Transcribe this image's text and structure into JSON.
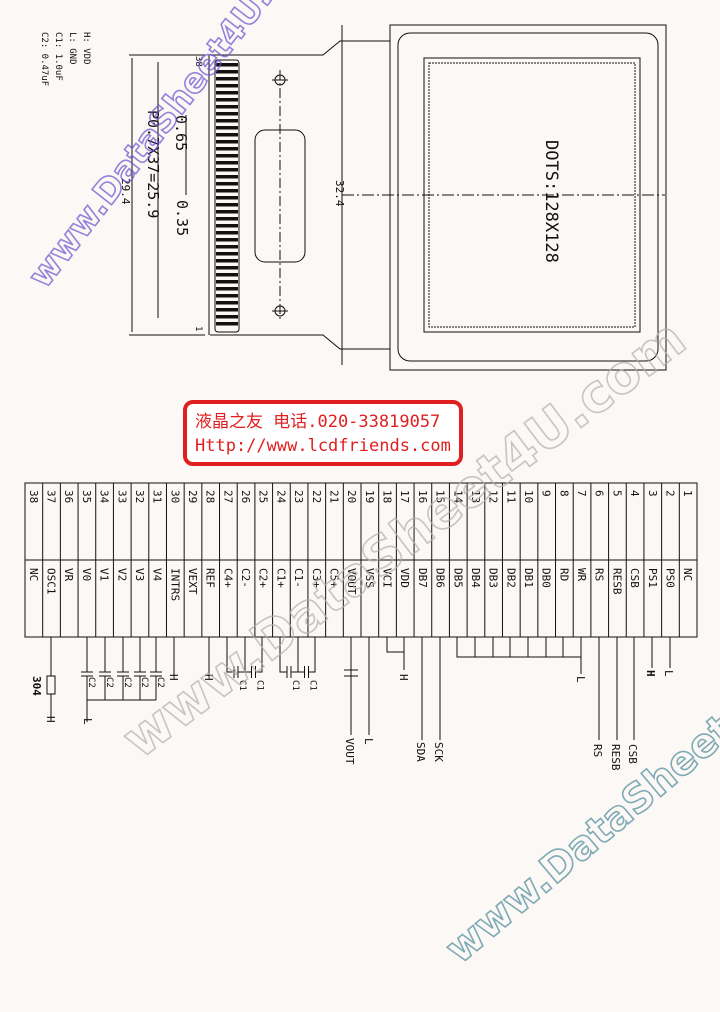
{
  "legend": {
    "h": "H: VDD",
    "l": "L: GND",
    "c1": "C1: 1.0uF",
    "c2": "C2: 0.47uF"
  },
  "dimensions": {
    "height": "32.4",
    "pitch_total": "P0.7X37=25.9",
    "overall": "29.4",
    "pad_width": "0.35",
    "pad_gap": "0.65",
    "pin_first": "1",
    "pin_last": "38"
  },
  "display": {
    "dots": "DOTS:128X128"
  },
  "contact": {
    "line1": "液晶之友 电话.020-33819057",
    "line2": "Http://www.lcdfriends.com",
    "color": "#e02020"
  },
  "pins": [
    {
      "no": "1",
      "name": "NC"
    },
    {
      "no": "2",
      "name": "PS0"
    },
    {
      "no": "3",
      "name": "PS1"
    },
    {
      "no": "4",
      "name": "CSB"
    },
    {
      "no": "5",
      "name": "RESB"
    },
    {
      "no": "6",
      "name": "RS"
    },
    {
      "no": "7",
      "name": "WR"
    },
    {
      "no": "8",
      "name": "RD"
    },
    {
      "no": "9",
      "name": "DB0"
    },
    {
      "no": "10",
      "name": "DB1"
    },
    {
      "no": "11",
      "name": "DB2"
    },
    {
      "no": "12",
      "name": "DB3"
    },
    {
      "no": "13",
      "name": "DB4"
    },
    {
      "no": "14",
      "name": "DB5"
    },
    {
      "no": "15",
      "name": "DB6"
    },
    {
      "no": "16",
      "name": "DB7"
    },
    {
      "no": "17",
      "name": "VDD"
    },
    {
      "no": "18",
      "name": "VCI"
    },
    {
      "no": "19",
      "name": "VSS"
    },
    {
      "no": "20",
      "name": "VOUT"
    },
    {
      "no": "21",
      "name": "C5+"
    },
    {
      "no": "22",
      "name": "C3+"
    },
    {
      "no": "23",
      "name": "C1-"
    },
    {
      "no": "24",
      "name": "C1+"
    },
    {
      "no": "25",
      "name": "C2+"
    },
    {
      "no": "26",
      "name": "C2-"
    },
    {
      "no": "27",
      "name": "C4+"
    },
    {
      "no": "28",
      "name": "REF"
    },
    {
      "no": "29",
      "name": "VEXT"
    },
    {
      "no": "30",
      "name": "INTRS"
    },
    {
      "no": "31",
      "name": "V4"
    },
    {
      "no": "32",
      "name": "V3"
    },
    {
      "no": "33",
      "name": "V2"
    },
    {
      "no": "34",
      "name": "V1"
    },
    {
      "no": "35",
      "name": "V0"
    },
    {
      "no": "36",
      "name": "VR"
    },
    {
      "no": "37",
      "name": "OSC1"
    },
    {
      "no": "38",
      "name": "NC"
    }
  ],
  "wiring": {
    "resistor": "304",
    "osc_h": "H",
    "v_gnd": "L",
    "c2": "C2",
    "intrs_h": "H",
    "ref_h": "H",
    "c1": "C1",
    "vout": "VOUT",
    "vss_l": "L",
    "vdd_h": "H",
    "sda": "SDA",
    "sck": "SCK",
    "db_l": "L",
    "rs": "RS",
    "resb": "RESB",
    "csb": "CSB",
    "ps1_h": "H",
    "ps0_l": "L"
  },
  "watermark": {
    "text": "www.DataSheet4U.com",
    "colors": [
      "#6a4fd0",
      "#b0b0b0",
      "#4a8a9a"
    ]
  }
}
